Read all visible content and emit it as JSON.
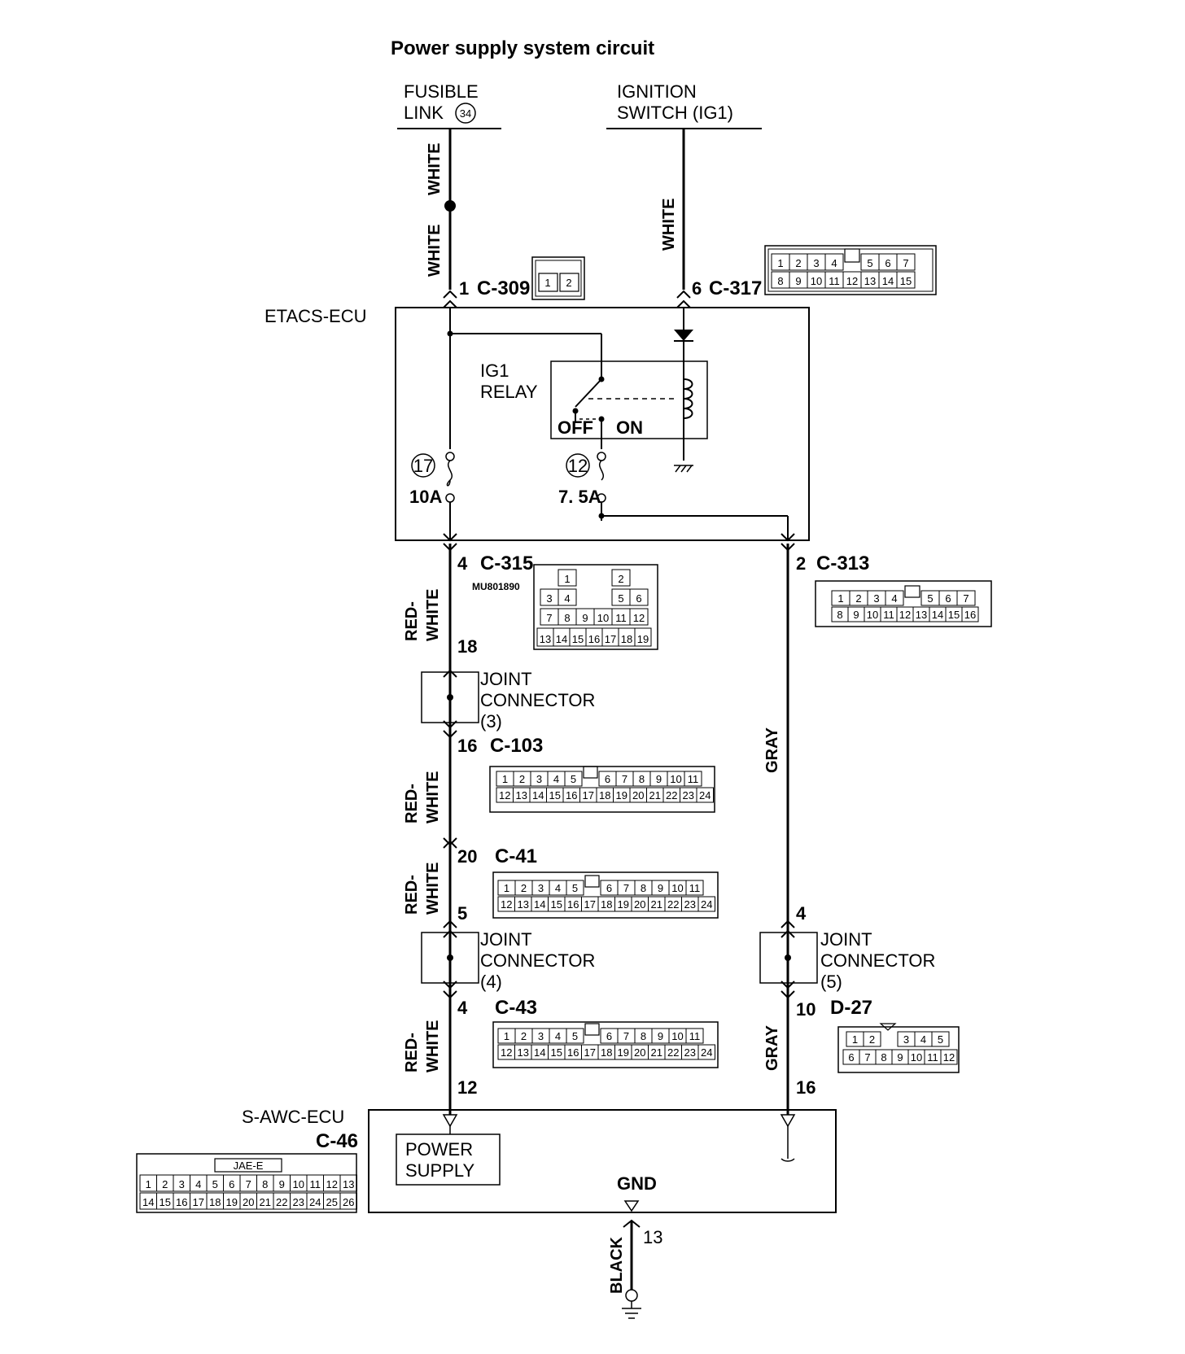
{
  "title": "Power supply system circuit",
  "sources": {
    "fusible_link": {
      "line1": "FUSIBLE",
      "line2": "LINK",
      "number": "34"
    },
    "ignition": {
      "line1": "IGNITION",
      "line2": "SWITCH (IG1)"
    }
  },
  "modules": {
    "etacs": "ETACS-ECU",
    "relay_line1": "IG1",
    "relay_line2": "RELAY",
    "off": "OFF",
    "on": "ON",
    "fuse17_num": "17",
    "fuse17_rating": "10A",
    "fuse12_num": "12",
    "fuse12_rating": "7. 5A",
    "sawc": "S-AWC-ECU",
    "power_line1": "POWER",
    "power_line2": "SUPPLY",
    "gnd": "GND"
  },
  "wire_colors": {
    "white": "WHITE",
    "red": "RED-",
    "red_white": "WHITE",
    "gray": "GRAY",
    "black": "BLACK"
  },
  "pins": {
    "c309": "1",
    "c317": "6",
    "c315": "4",
    "c315b": "18",
    "c103": "16",
    "c41": "20",
    "c41b": "5",
    "c43": "4",
    "c43b": "12",
    "c313": "2",
    "jc5_in": "4",
    "d27": "10",
    "d27b": "16",
    "gnd": "13"
  },
  "connectors": {
    "c309": "C-309",
    "c317": "C-317",
    "c315": "C-315",
    "c315_part": "MU801890",
    "c313": "C-313",
    "c103": "C-103",
    "c41": "C-41",
    "c43": "C-43",
    "d27": "D-27",
    "c46": "C-46",
    "c46_label": "JAE-E"
  },
  "joints": {
    "jc_line1": "JOINT",
    "jc_line2": "CONNECTOR",
    "jc3": "(3)",
    "jc4": "(4)",
    "jc5": "(5)"
  },
  "grids": {
    "c309": [
      [
        "1",
        "2"
      ]
    ],
    "c317_top": [
      "1",
      "2",
      "3",
      "4",
      "",
      "5",
      "6",
      "7"
    ],
    "c317_bot": [
      "8",
      "9",
      "10",
      "11",
      "12",
      "13",
      "14",
      "15"
    ],
    "c315": [
      [
        "",
        "1",
        "",
        "",
        "2",
        ""
      ],
      [
        "3",
        "4",
        "",
        "",
        "5",
        "6"
      ],
      [
        "7",
        "8",
        "9",
        "10",
        "11",
        "12"
      ],
      [
        "13",
        "14",
        "15",
        "16",
        "17",
        "18",
        "19"
      ]
    ],
    "c313_top": [
      "1",
      "2",
      "3",
      "4",
      "",
      "5",
      "6",
      "7"
    ],
    "c313_bot": [
      "8",
      "9",
      "10",
      "11",
      "12",
      "13",
      "14",
      "15",
      "16"
    ],
    "c24_top": [
      "1",
      "2",
      "3",
      "4",
      "5",
      "",
      "6",
      "7",
      "8",
      "9",
      "10",
      "11"
    ],
    "c24_bot": [
      "12",
      "13",
      "14",
      "15",
      "16",
      "17",
      "18",
      "19",
      "20",
      "21",
      "22",
      "23",
      "24"
    ],
    "d27_top": [
      "1",
      "2",
      "",
      "3",
      "4",
      "5"
    ],
    "d27_bot": [
      "6",
      "7",
      "8",
      "9",
      "10",
      "11",
      "12"
    ],
    "c46_top": [
      "1",
      "2",
      "3",
      "4",
      "5",
      "6",
      "7",
      "8",
      "9",
      "10",
      "11",
      "12",
      "13"
    ],
    "c46_bot": [
      "14",
      "15",
      "16",
      "17",
      "18",
      "19",
      "20",
      "21",
      "22",
      "23",
      "24",
      "25",
      "26"
    ]
  }
}
